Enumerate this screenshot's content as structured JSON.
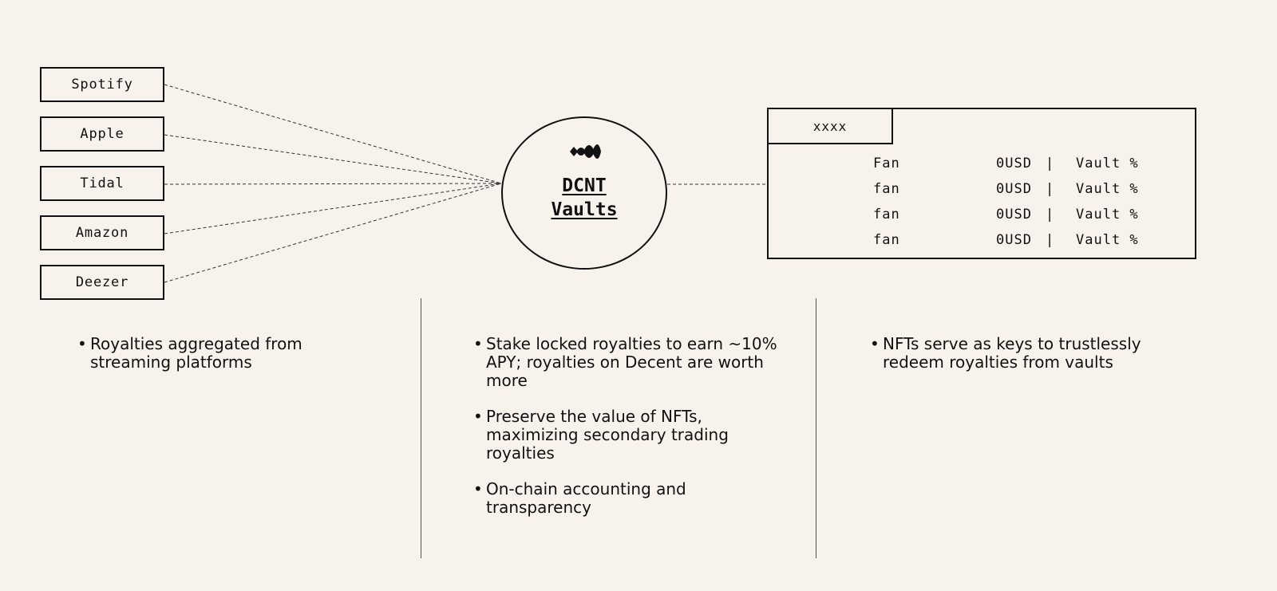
{
  "platforms": [
    {
      "label": "Spotify"
    },
    {
      "label": "Apple"
    },
    {
      "label": "Tidal"
    },
    {
      "label": "Amazon"
    },
    {
      "label": "Deezer"
    }
  ],
  "vault": {
    "title_line1": "DCNT",
    "title_line2": "Vaults",
    "logo_icon": "decent-logo-icon"
  },
  "fan_panel": {
    "tab_label": "xxxx",
    "rows": [
      {
        "name": "Fan",
        "amount": "0USD",
        "separator": "|",
        "vault": "Vault %"
      },
      {
        "name": "fan",
        "amount": "0USD",
        "separator": "|",
        "vault": "Vault %"
      },
      {
        "name": "fan",
        "amount": "0USD",
        "separator": "|",
        "vault": "Vault %"
      },
      {
        "name": "fan",
        "amount": "0USD",
        "separator": "|",
        "vault": "Vault %"
      }
    ]
  },
  "columns": [
    {
      "bullets": [
        "Royalties aggregated from streaming platforms"
      ]
    },
    {
      "bullets": [
        "Stake locked royalties to earn ~10% APY; royalties on Decent are worth more",
        "Preserve the value of NFTs, maximizing secondary trading royalties",
        "On-chain accounting and transparency"
      ]
    },
    {
      "bullets": [
        "NFTs serve as keys to trustlessly redeem royalties from vaults"
      ]
    }
  ],
  "colors": {
    "background": "#f8f2ed",
    "ink": "#111111",
    "divider": "#555555"
  }
}
